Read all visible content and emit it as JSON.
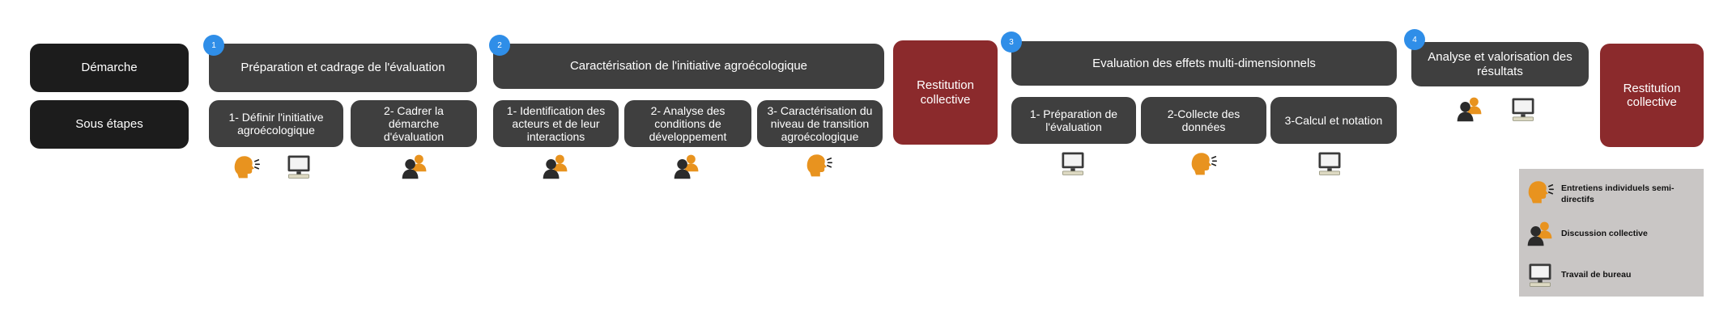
{
  "row_labels": {
    "demarche": "Démarche",
    "sous_etapes": "Sous étapes"
  },
  "stages": [
    {
      "number": "1",
      "title": "Préparation et cadrage de l'évaluation",
      "substeps": [
        "1- Définir l'initiative agroécologique",
        "2- Cadrer la démarche d'évaluation"
      ]
    },
    {
      "number": "2",
      "title": "Caractérisation de l'initiative agroécologique",
      "substeps": [
        "1- Identification des acteurs et de leur interactions",
        "2- Analyse des conditions de développement",
        "3- Caractérisation du niveau de transition agroécologique"
      ]
    },
    {
      "number": "3",
      "title": "Evaluation des effets multi-dimensionnels",
      "substeps": [
        "1- Préparation de l'évaluation",
        "2-Collecte des données",
        "3-Calcul et notation"
      ]
    },
    {
      "number": "4",
      "title": "Analyse et valorisation des résultats",
      "substeps": []
    }
  ],
  "restitution": [
    "Restitution collective",
    "Restitution collective"
  ],
  "legend": {
    "interview": "Entretiens individuels semi-directifs",
    "discussion": "Discussion collective",
    "desk": "Travail de bureau"
  },
  "icons": {
    "interview": "speaking-head-icon",
    "discussion": "group-discussion-icon",
    "desk": "computer-monitor-icon"
  },
  "colors": {
    "row_label": "#1c1c1c",
    "step_box": "#3f3f3f",
    "restitution": "#8b2a2c",
    "badge": "#2f8ee8",
    "icon_orange": "#e8931f",
    "legend_bg": "#c9c6c5"
  }
}
